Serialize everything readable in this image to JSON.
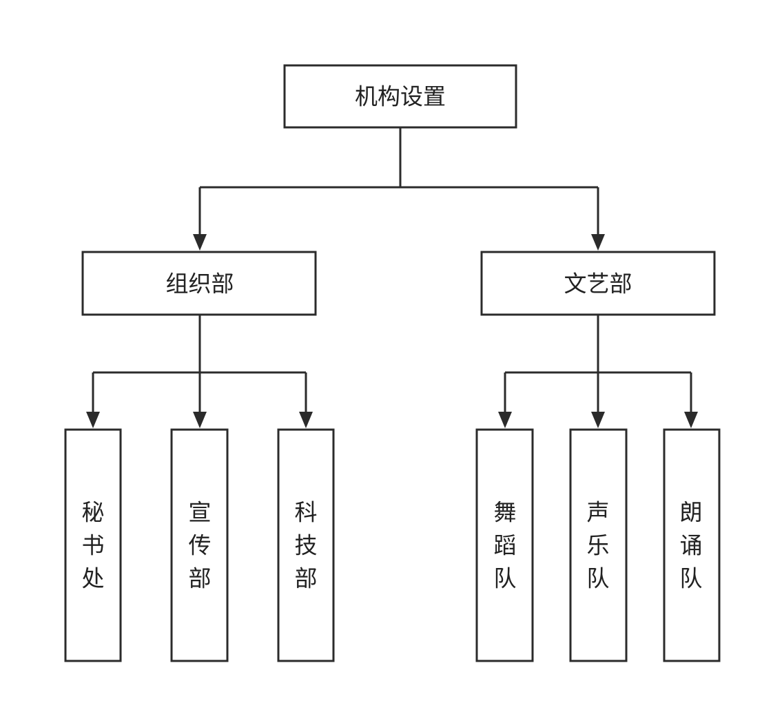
{
  "diagram": {
    "root": {
      "label": "机构设置"
    },
    "branches": [
      {
        "label": "组织部",
        "children": [
          {
            "label": "秘书处"
          },
          {
            "label": "宣传部"
          },
          {
            "label": "科技部"
          }
        ]
      },
      {
        "label": "文艺部",
        "children": [
          {
            "label": "舞蹈队"
          },
          {
            "label": "声乐队"
          },
          {
            "label": "朗诵队"
          }
        ]
      }
    ]
  }
}
